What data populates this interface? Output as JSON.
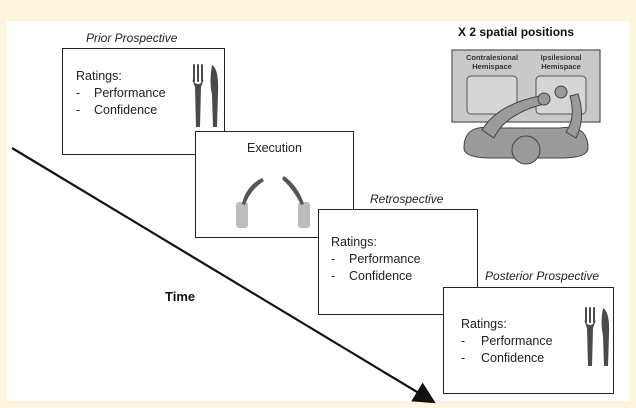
{
  "stages": {
    "prior": {
      "label": "Prior Prospective",
      "ratings_title": "Ratings:",
      "item1": "Performance",
      "item2": "Confidence"
    },
    "execution": {
      "title": "Execution"
    },
    "retrospective": {
      "label": "Retrospective",
      "ratings_title": "Ratings:",
      "item1": "Performance",
      "item2": "Confidence"
    },
    "posterior": {
      "label": "Posterior Prospective",
      "ratings_title": "Ratings:",
      "item1": "Performance",
      "item2": "Confidence"
    }
  },
  "bullet": "-",
  "time_label": "Time",
  "spatial": {
    "title": "X 2 spatial positions",
    "left_line1": "Contralesional",
    "left_line2": "Hemispace",
    "right_line1": "Ipsilesional",
    "right_line2": "Hemispace"
  },
  "icons": [
    "cutlery-icon",
    "hands-with-cutlery-icon",
    "person-top-view-icon"
  ],
  "colors": {
    "background": "#fdf6dc",
    "panel_border": "#222222",
    "figure_gray": "#9a9a9a"
  }
}
